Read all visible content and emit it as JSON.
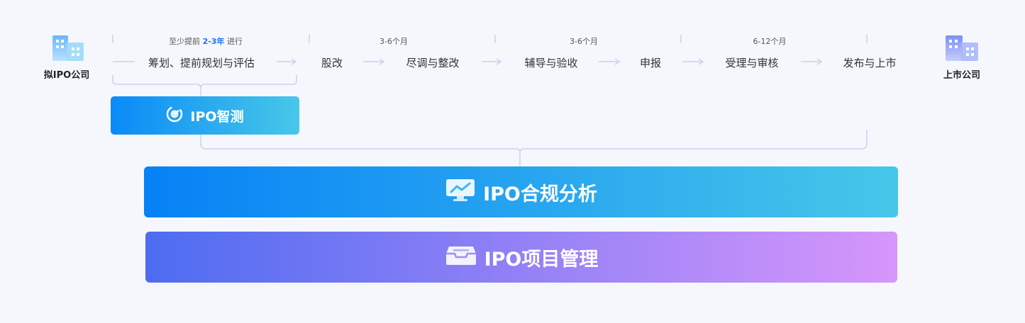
{
  "left_company": {
    "label": "拟IPO公司",
    "icon": "building-icon"
  },
  "right_company": {
    "label": "上市公司",
    "icon": "building-icon"
  },
  "durations": {
    "first": {
      "prefix": "至少提前",
      "highlight": "2-3年",
      "suffix": "进行"
    },
    "second": "3-6个月",
    "third": "3-6个月",
    "fourth": "6-12个月"
  },
  "steps": [
    "筹划、提前规划与评估",
    "股改",
    "尽调与整改",
    "辅导与验收",
    "申报",
    "受理与审核",
    "发布与上市"
  ],
  "bands": {
    "zhice": {
      "label": "IPO智测",
      "icon": "gauge-icon"
    },
    "hegui": {
      "label": "IPO合规分析",
      "icon": "monitor-chart-icon"
    },
    "xiangmu": {
      "label": "IPO项目管理",
      "icon": "inbox-tray-icon"
    }
  },
  "colors": {
    "highlight": "#1677ff",
    "zhice_gradient": [
      "#0a8af7",
      "#47c8e9"
    ],
    "hegui_gradient": [
      "#0681f6",
      "#47c7e9"
    ],
    "xiangmu_gradient": [
      "#4e6cf1",
      "#d796fb"
    ]
  }
}
